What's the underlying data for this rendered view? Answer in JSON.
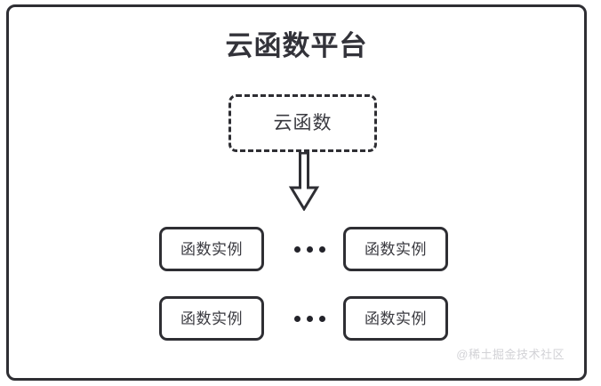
{
  "diagram": {
    "type": "architecture-block-diagram",
    "background_color": "#ffffff",
    "stroke_color": "#2e2e33",
    "text_color": "#3a3a40",
    "platform": {
      "title": "云函数平台",
      "border_style": "solid"
    },
    "cloud_function": {
      "label": "云函数",
      "border_style": "dashed"
    },
    "arrow": {
      "direction": "down",
      "style": "hollow-block-arrow"
    },
    "instance_rows": [
      {
        "left": {
          "label": "函数实例"
        },
        "separator": "...",
        "right": {
          "label": "函数实例"
        }
      },
      {
        "left": {
          "label": "函数实例"
        },
        "separator": "...",
        "right": {
          "label": "函数实例"
        }
      }
    ],
    "watermark": "@稀土掘金技术社区"
  }
}
